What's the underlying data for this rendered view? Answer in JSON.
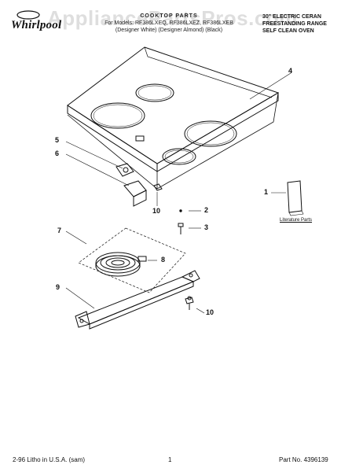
{
  "brand": {
    "name": "Whirlpool"
  },
  "watermark": {
    "text": "AppliancePartsPros.com"
  },
  "header": {
    "title": "COOKTOP PARTS",
    "models_line": "For Models: RF386LXEQ, RF386LXEZ, RF386LXEB",
    "colors_line": "(Designer White)   (Designer Almond)   (Black)",
    "right_lines": [
      "30\" ELECTRIC CERAN",
      "FREESTANDING RANGE",
      "SELF CLEAN OVEN"
    ]
  },
  "callouts": {
    "c1": "1",
    "c2": "2",
    "c3": "3",
    "c4": "4",
    "c5": "5",
    "c6": "6",
    "c7": "7",
    "c8": "8",
    "c9": "9",
    "c10a": "10",
    "c10b": "10"
  },
  "literature_label": "Literature Parts",
  "footer": {
    "left": "2-96 Litho in U.S.A. (sam)",
    "center": "1",
    "right": "Part No. 4396139"
  }
}
